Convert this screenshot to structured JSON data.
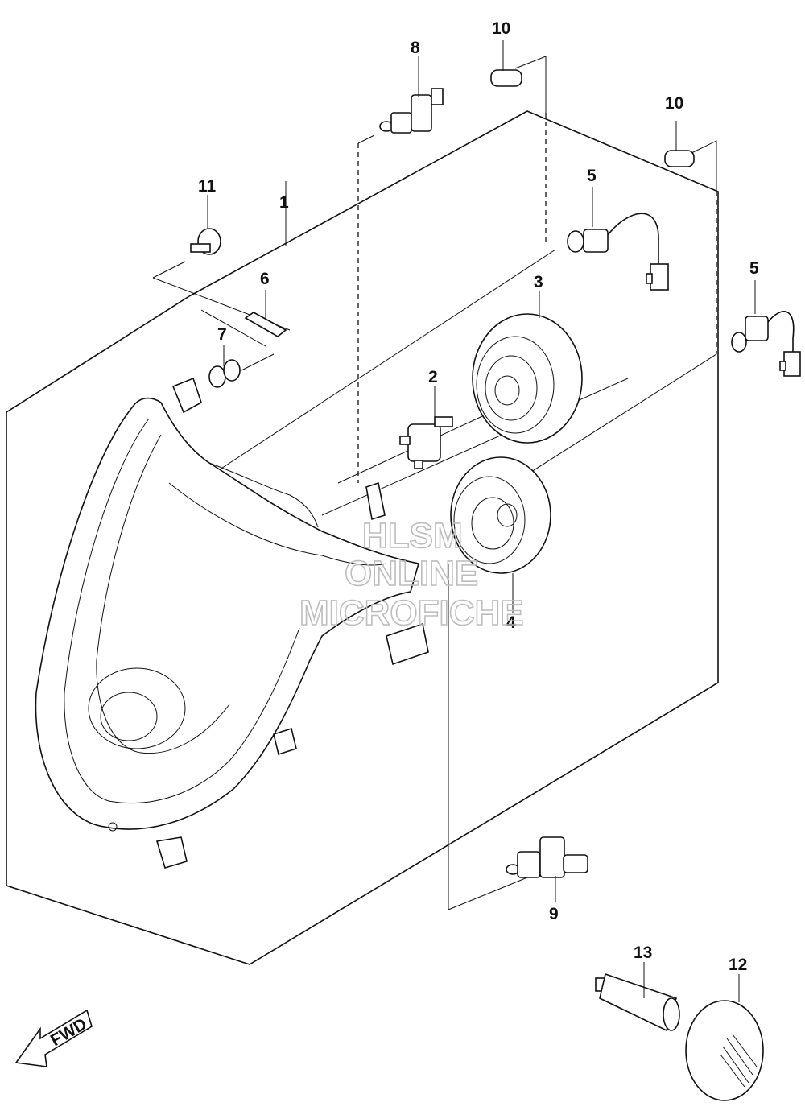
{
  "callouts": {
    "c1": "1",
    "c2": "2",
    "c3": "3",
    "c4": "4",
    "c5a": "5",
    "c5b": "5",
    "c6": "6",
    "c7": "7",
    "c8": "8",
    "c9": "9",
    "c10a": "10",
    "c10b": "10",
    "c11": "11",
    "c12": "12",
    "c13": "13"
  },
  "watermark": {
    "line1": "HLSM",
    "line2": "ONLINE",
    "line3": "MICROFICHE"
  },
  "fwd_label": "FWD",
  "colors": {
    "ink": "#111111",
    "watermark": "#bdbdbd",
    "background": "#ffffff"
  }
}
